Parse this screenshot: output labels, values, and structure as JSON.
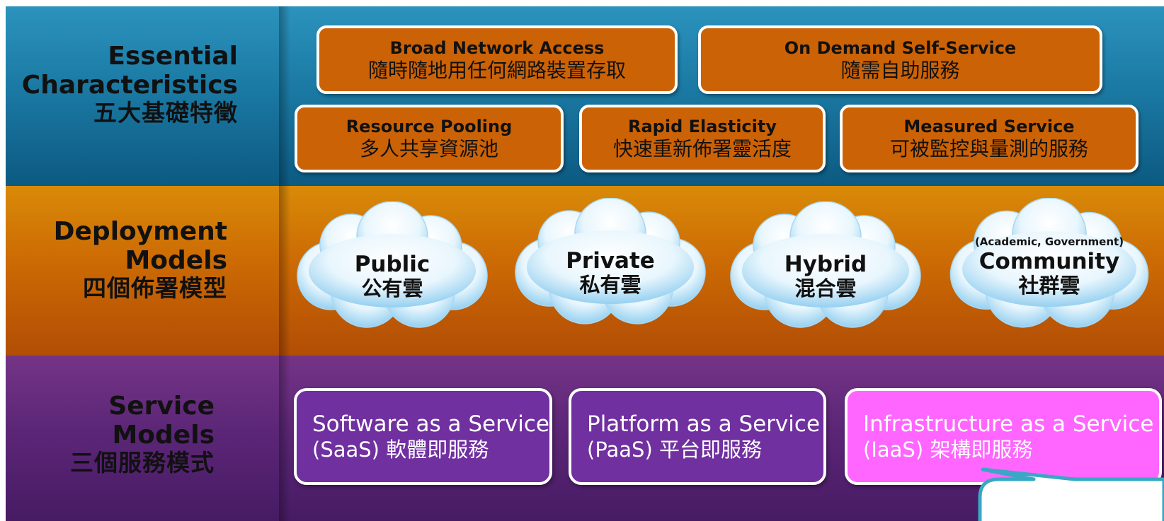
{
  "layers": {
    "essential": {
      "title_en_1": "Essential",
      "title_en_2": "Characteristics",
      "title_zh": "五大基礎特徵"
    },
    "deployment": {
      "title_en_1": "Deployment",
      "title_en_2": "Models",
      "title_zh": "四個佈署模型"
    },
    "service": {
      "title_en_1": "Service",
      "title_en_2": "Models",
      "title_zh": "三個服務模式"
    }
  },
  "characteristics": [
    {
      "en": "Broad Network Access",
      "zh": "隨時隨地用任何網路裝置存取"
    },
    {
      "en": "On Demand Self-Service",
      "zh": "隨需自助服務"
    },
    {
      "en": "Resource Pooling",
      "zh": "多人共享資源池"
    },
    {
      "en": "Rapid Elasticity",
      "zh": "快速重新佈署靈活度"
    },
    {
      "en": "Measured Service",
      "zh": "可被監控與量測的服務"
    }
  ],
  "deployment_models": [
    {
      "en": "Public",
      "zh": "公有雲"
    },
    {
      "en": "Private",
      "zh": "私有雲"
    },
    {
      "en": "Hybrid",
      "zh": "混合雲"
    },
    {
      "note": "(Academic, Government)",
      "en": "Community",
      "zh": "社群雲"
    }
  ],
  "service_models": [
    {
      "line1": "Software as a Service",
      "line2": "(SaaS) 軟體即服務",
      "color": "#7030a0"
    },
    {
      "line1": "Platform as a Service",
      "line2": "(PaaS) 平台即服務",
      "color": "#7030a0"
    },
    {
      "line1": "Infrastructure as a Service",
      "line2": "(IaaS) 架構即服務",
      "color": "#ff66ff"
    }
  ],
  "colors": {
    "essential_band": "#1b7aa4",
    "deployment_band": "#cc6a04",
    "service_band": "#5c2677",
    "characteristic_box": "#cc6206",
    "highlight": "#ff66ff",
    "callout_border": "#3aa7c4"
  }
}
